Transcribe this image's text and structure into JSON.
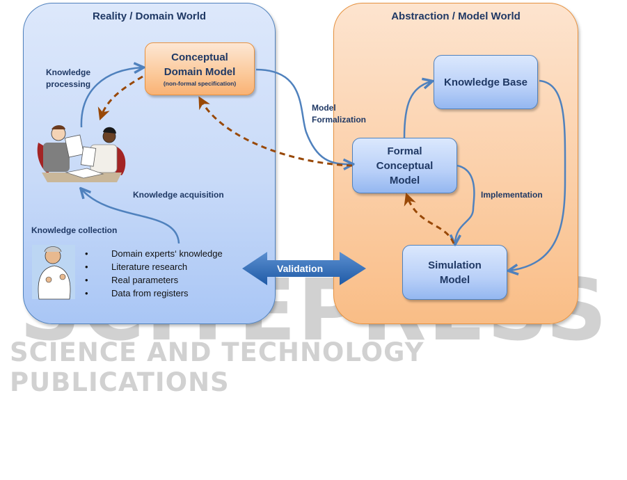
{
  "panels": {
    "left": {
      "title": "Reality / Domain World"
    },
    "right": {
      "title": "Abstraction / Model World"
    }
  },
  "boxes": {
    "conceptual_domain_model": {
      "line1": "Conceptual",
      "line2": "Domain Model",
      "subtitle": "(non-formal specification)"
    },
    "knowledge_base": {
      "title": "Knowledge Base"
    },
    "formal_conceptual_model": {
      "line1": "Formal",
      "line2": "Conceptual",
      "line3": "Model"
    },
    "simulation_model": {
      "line1": "Simulation",
      "line2": "Model"
    }
  },
  "labels": {
    "knowledge_processing_1": "Knowledge",
    "knowledge_processing_2": "processing",
    "knowledge_acquisition": "Knowledge acquisition",
    "knowledge_collection": "Knowledge collection",
    "model_formalization_1": "Model",
    "model_formalization_2": "Formalization",
    "implementation": "Implementation",
    "validation": "Validation"
  },
  "knowledge_sources": [
    "Domain experts‘ knowledge",
    "Literature research",
    "Real parameters",
    "Data from registers"
  ],
  "bullet_char": "•",
  "icons": {
    "meeting": "two-people-reviewing-documents-clipart",
    "expert": "gesturing-man-clipart"
  },
  "watermark": {
    "logo": "SCITEPRESS",
    "tagline": "SCIENCE AND TECHNOLOGY PUBLICATIONS"
  },
  "colors": {
    "blue_flow": "#4f81bd",
    "brown_feedback": "#984807",
    "title_text": "#1f3864",
    "validation_arrow": "#2e6db4"
  }
}
